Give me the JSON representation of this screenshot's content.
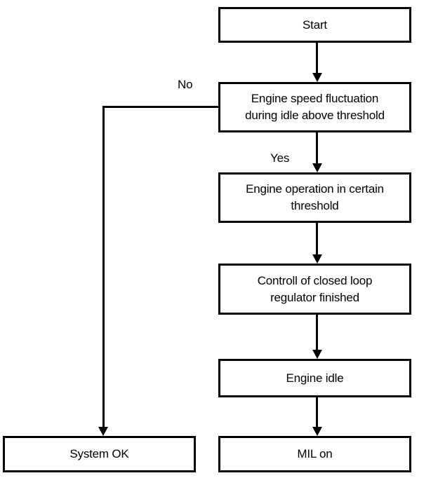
{
  "flowchart": {
    "description": "Engine idle diagnosis flowchart",
    "nodes": {
      "start": {
        "label": "Start"
      },
      "decision": {
        "label": "Engine speed fluctuation\nduring idle above threshold"
      },
      "operation": {
        "label": "Engine operation in certain\nthreshold"
      },
      "control": {
        "label": "Controll of closed loop\nregulator finished"
      },
      "idle": {
        "label": "Engine idle"
      },
      "mil": {
        "label": "MIL on"
      },
      "system_ok": {
        "label": "System OK"
      }
    },
    "edges": {
      "yes": {
        "label": "Yes",
        "from": "decision",
        "to": "operation"
      },
      "no": {
        "label": "No",
        "from": "decision",
        "to": "system_ok"
      },
      "start_to_decision": {
        "from": "start",
        "to": "decision"
      },
      "operation_to_control": {
        "from": "operation",
        "to": "control"
      },
      "control_to_idle": {
        "from": "control",
        "to": "idle"
      },
      "idle_to_mil": {
        "from": "idle",
        "to": "mil"
      }
    },
    "colors": {
      "stroke": "#000000",
      "background": "#ffffff",
      "node_fill": "#ffffff",
      "text": "#000000"
    }
  }
}
